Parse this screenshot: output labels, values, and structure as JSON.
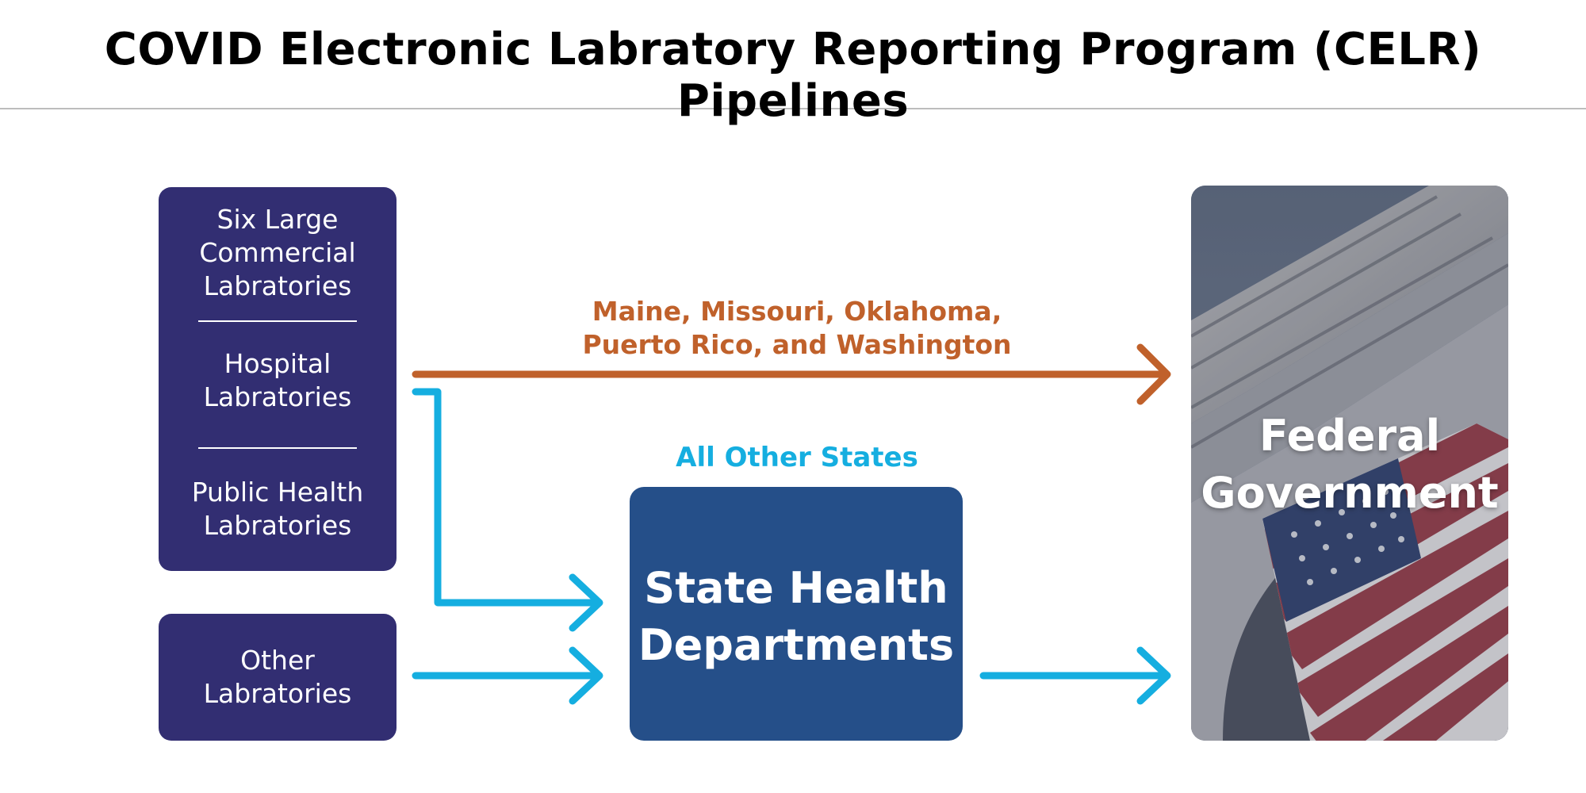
{
  "page_title": "COVID Electronic Labratory Reporting Program (CELR) Pipelines",
  "colors": {
    "lab_box": "#322e72",
    "state_box": "#254f89",
    "orange_route": "#c0612b",
    "blue_route": "#15aee0",
    "divider": "#bdbdbd"
  },
  "lab_group": {
    "items": [
      {
        "label": "Six Large\nCommercial\nLabratories"
      },
      {
        "label": "Hospital\nLabratories"
      },
      {
        "label": "Public Health\nLabratories"
      }
    ]
  },
  "other_labs": {
    "label": "Other\nLabratories"
  },
  "routes": {
    "orange_label": "Maine, Missouri, Oklahoma,\nPuerto Rico, and Washington",
    "blue_label": "All Other States"
  },
  "state_box": {
    "label": "State Health\nDepartments"
  },
  "federal_box": {
    "label": "Federal\nGovernment",
    "icon": "us-flag-building-photo"
  }
}
